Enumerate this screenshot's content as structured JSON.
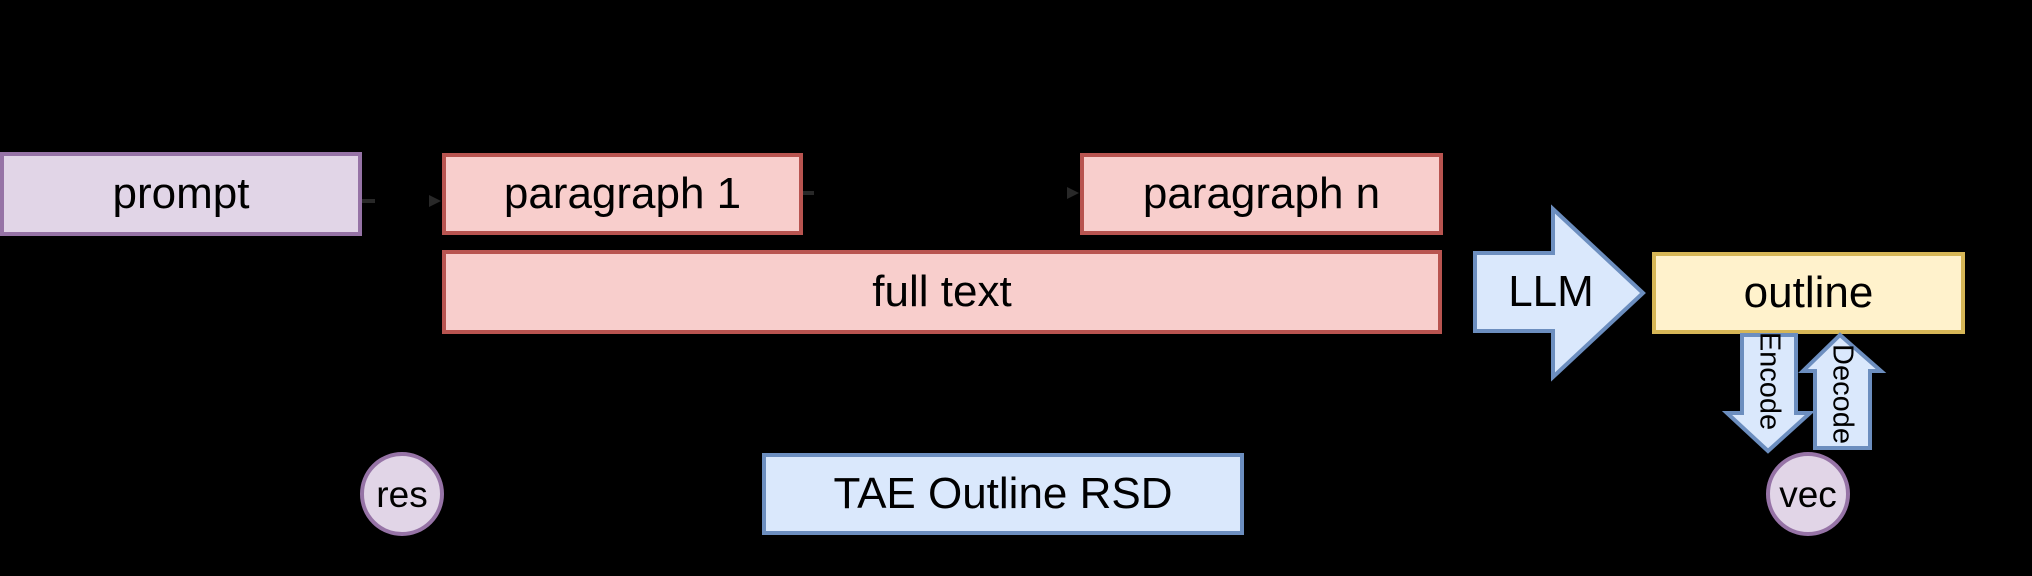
{
  "palette": {
    "background": "#000000",
    "pink_fill": "#F8CECC",
    "pink_stroke": "#B85450",
    "purple_fill": "#E1D5E7",
    "purple_stroke": "#9673A6",
    "blue_fill": "#DAE8FC",
    "blue_stroke": "#6C8EBF",
    "yellow_fill": "#FFF2CC",
    "yellow_stroke": "#D6B656",
    "connector": "#282828",
    "text": "#000000"
  },
  "nodes": {
    "prompt": {
      "label": "prompt"
    },
    "paragraph_1": {
      "label": "paragraph 1"
    },
    "paragraph_n": {
      "label": "paragraph n"
    },
    "full_text": {
      "label": "full text"
    },
    "llm": {
      "label": "LLM"
    },
    "outline": {
      "label": "outline"
    },
    "encode": {
      "label": "Encode"
    },
    "decode": {
      "label": "Decode"
    },
    "res": {
      "label": "res"
    },
    "vec": {
      "label": "vec"
    },
    "tae": {
      "label": "TAE Outline RSD"
    }
  }
}
